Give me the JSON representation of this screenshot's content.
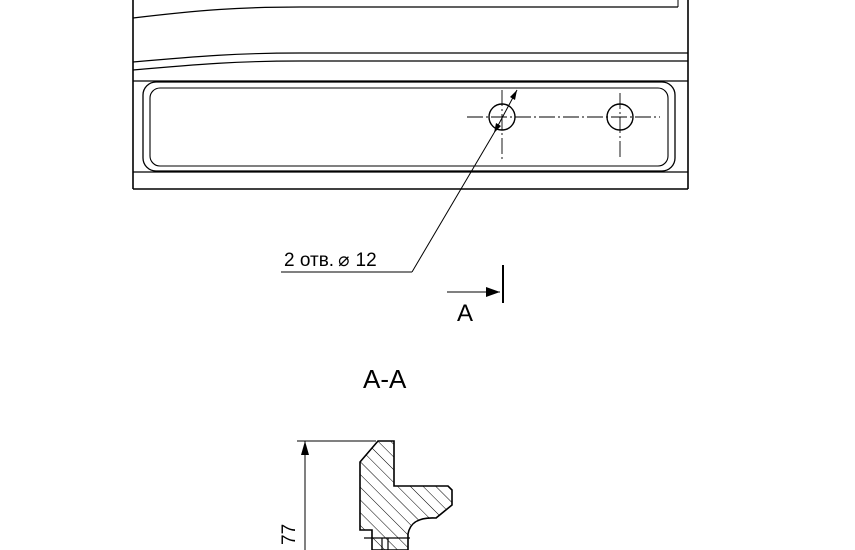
{
  "drawing": {
    "hole_callout": {
      "prefix": "2 отв.",
      "diameter_symbol": "⌀",
      "size": "12"
    },
    "section_marker": "A",
    "section_title": "A-A",
    "dimension_value": "77",
    "colors": {
      "ink": "#000000",
      "paper": "#ffffff"
    }
  }
}
